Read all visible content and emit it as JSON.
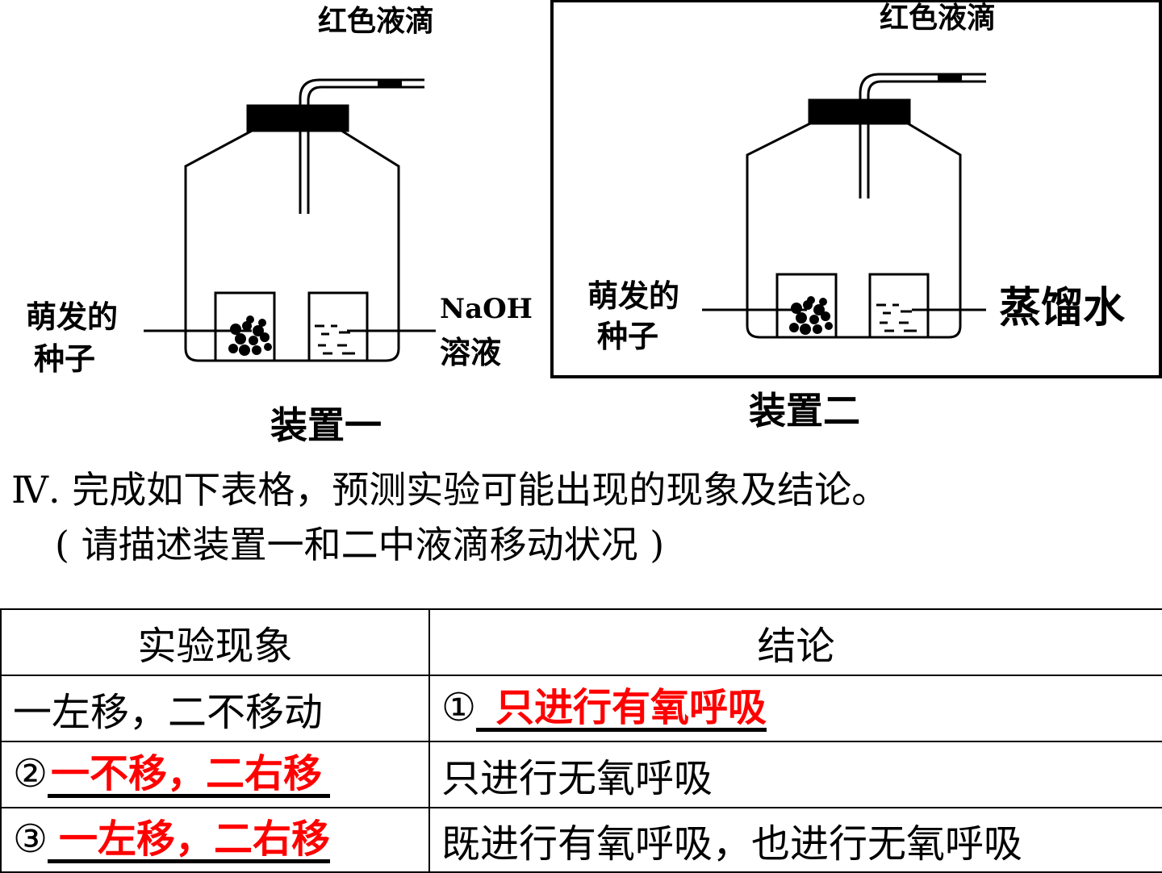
{
  "device1": {
    "droplet_label": "红色液滴",
    "seed_label_line1": "萌发的",
    "seed_label_line2": "种子",
    "solution_label_line1": "NaOH",
    "solution_label_line2": "溶液",
    "caption": "装置一"
  },
  "device2": {
    "droplet_label": "红色液滴",
    "seed_label_line1": "萌发的",
    "seed_label_line2": "种子",
    "water_label": "蒸馏水",
    "caption": "装置二"
  },
  "question": {
    "line1": "Ⅳ. 完成如下表格，预测实验可能出现的现象及结论。",
    "line2": "( 请描述装置一和二中液滴移动状况 )"
  },
  "table": {
    "headers": [
      "实验现象",
      "结论"
    ],
    "rows": [
      {
        "phenomenon_marker": "",
        "phenomenon": "一左移，二不移动",
        "phenomenon_is_answer": false,
        "conclusion_marker": "①",
        "conclusion": "只进行有氧呼吸",
        "conclusion_is_answer": true
      },
      {
        "phenomenon_marker": "②",
        "phenomenon": "一不移，二右移",
        "phenomenon_is_answer": true,
        "conclusion_marker": "",
        "conclusion": "只进行无氧呼吸",
        "conclusion_is_answer": false
      },
      {
        "phenomenon_marker": "③",
        "phenomenon": "一左移，二右移",
        "phenomenon_is_answer": true,
        "conclusion_marker": "",
        "conclusion": "既进行有氧呼吸，也进行无氧呼吸",
        "conclusion_is_answer": false
      }
    ]
  },
  "colors": {
    "answer": "#ff0000",
    "ink": "#000000"
  }
}
